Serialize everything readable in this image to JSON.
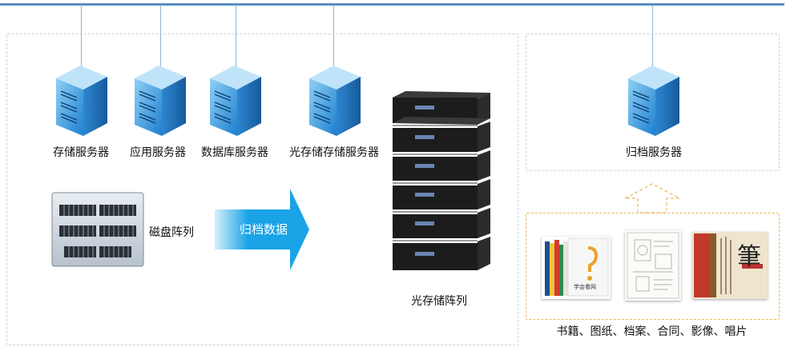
{
  "servers": [
    {
      "id": "storage",
      "label": "存储服务器"
    },
    {
      "id": "application",
      "label": "应用服务器"
    },
    {
      "id": "database",
      "label": "数据库服务器"
    },
    {
      "id": "optical-storage",
      "label": "光存储存储服务器"
    }
  ],
  "archive_server": {
    "label": "归档服务器"
  },
  "disk_array": {
    "label": "磁盘阵列"
  },
  "flow": {
    "label": "归档数据"
  },
  "optical_array": {
    "label": "光存储阵列"
  },
  "sources": {
    "caption": "书籍、图纸、档案、合同、影像、唱片",
    "book_cover_text": "学会看网",
    "calligraphy_char": "筆"
  },
  "colors": {
    "bus": "#5a8fc4",
    "server_front": "#3b9ee0",
    "arrow": "#1aa3e6",
    "rack": "#1c1c1c",
    "source_border": "#f0b85a"
  }
}
